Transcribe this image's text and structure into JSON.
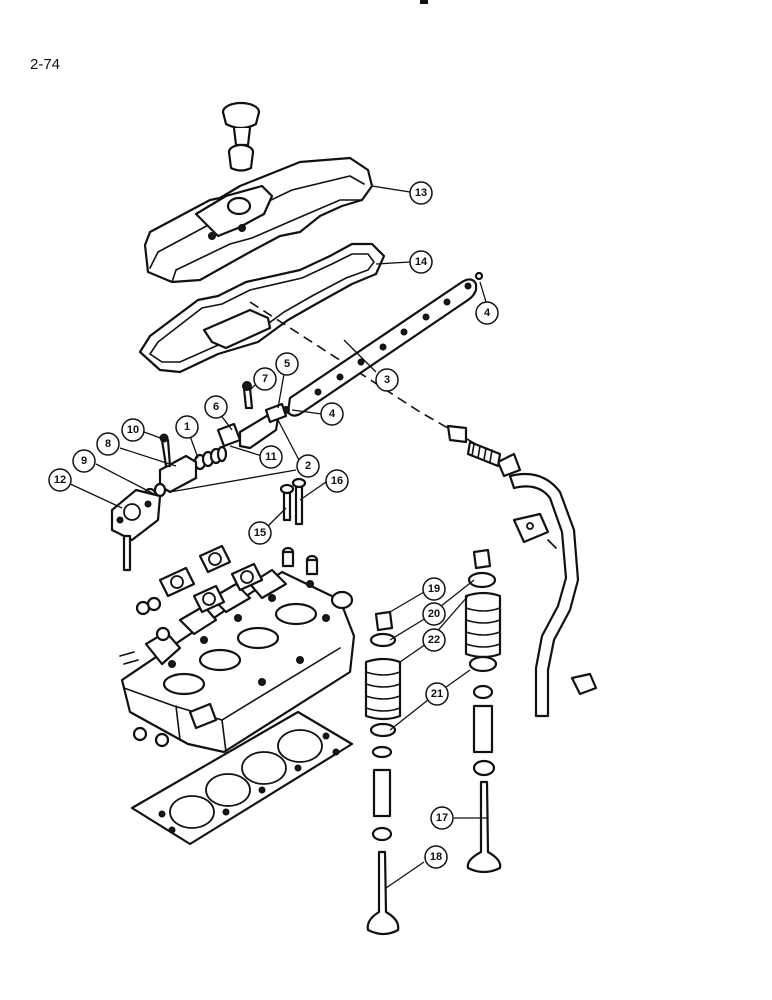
{
  "page": {
    "number": "2-74"
  },
  "callouts": [
    "13",
    "14",
    "4",
    "3",
    "5",
    "7",
    "4",
    "6",
    "1",
    "10",
    "8",
    "11",
    "2",
    "9",
    "12",
    "16",
    "15",
    "19",
    "20",
    "22",
    "21",
    "17",
    "18"
  ],
  "parts": [
    "oil-filler-cap",
    "valve-cover",
    "valve-cover-gasket",
    "rocker-shaft",
    "rocker-arm",
    "rocker-support",
    "adjusting-screw",
    "locknut",
    "spring",
    "rocker-end-support",
    "bolts",
    "breather-tube",
    "cylinder-head",
    "head-gasket",
    "valve-keepers",
    "spring-retainer",
    "valve-spring",
    "valve-seal",
    "valve-guide",
    "intake-valve",
    "exhaust-valve"
  ]
}
